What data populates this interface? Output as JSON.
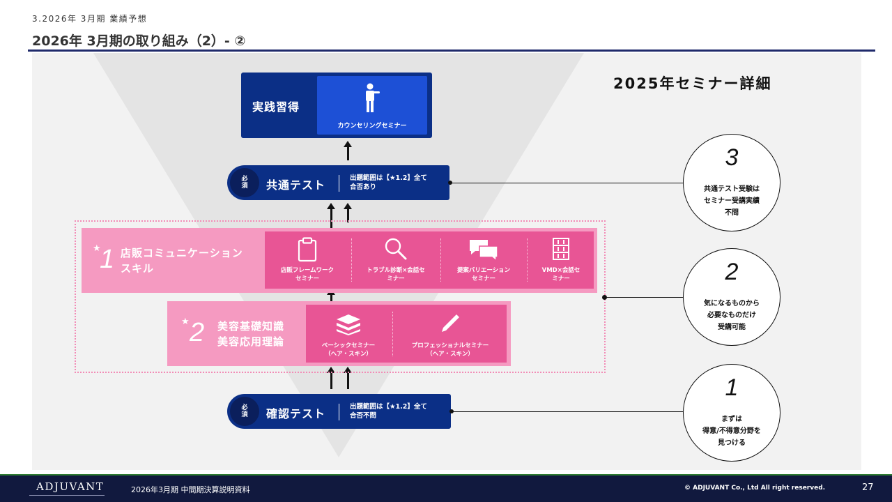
{
  "header": {
    "breadcrumb": "3.2026年 3月期 業績予想",
    "title": "2026年 3月期の取り組み（2）- ②"
  },
  "section_heading": "2025年セミナー詳細",
  "practice": {
    "label": "実践習得",
    "seminar_label": "カウンセリングセミナー",
    "icon": "person-icon"
  },
  "common_test": {
    "required": "必須",
    "name": "共通テスト",
    "scope_line1": "出題範囲は【★1.2】全て",
    "scope_line2": "合否あり"
  },
  "confirm_test": {
    "required": "必須",
    "name": "確認テスト",
    "scope_line1": "出題範囲は【★1.2】全て",
    "scope_line2": "合否不問"
  },
  "skill1": {
    "star": "★",
    "number": "1",
    "label_line1": "店販コミュニケーション",
    "label_line2": "スキル",
    "seminars": [
      {
        "line1": "店販フレームワーク",
        "line2": "セミナー",
        "icon": "clipboard-icon"
      },
      {
        "line1": "トラブル診断×会話セ",
        "line2": "ミナー",
        "icon": "magnifier-icon"
      },
      {
        "line1": "提案バリエーション",
        "line2": "セミナー",
        "icon": "chat-bubbles-icon"
      },
      {
        "line1": "VMD×会話セ",
        "line2": "ミナー",
        "icon": "shelf-icon"
      }
    ]
  },
  "skill2": {
    "star": "★",
    "number": "2",
    "label_line1": "美容基礎知識",
    "label_line2": "美容応用理論",
    "seminars": [
      {
        "line1": "ベーシックセミナー",
        "line2": "（ヘア・スキン）",
        "icon": "books-icon"
      },
      {
        "line1": "プロフェッショナルセミナー",
        "line2": "（ヘア・スキン）",
        "icon": "pen-icon"
      }
    ]
  },
  "steps": [
    {
      "number": "3",
      "line1": "共通テスト受験は",
      "line2": "セミナー受講実績",
      "line3": "不問"
    },
    {
      "number": "2",
      "line1": "気になるものから",
      "line2": "必要なものだけ",
      "line3": "受講可能"
    },
    {
      "number": "1",
      "line1": "まずは",
      "line2": "得意/不得意分野を",
      "line3": "見つける"
    }
  ],
  "footer": {
    "logo": "ADJUVANT",
    "document": "2026年3月期 中間期決算説明資料",
    "copyright": "© ADJUVANT Co., Ltd All right reserved.",
    "page": "27"
  },
  "colors": {
    "navy": "#0b2f86",
    "blue_inner": "#1d50d6",
    "pink_light": "#f59ac1",
    "pink_dark": "#e85595",
    "footer_bg": "#11193e"
  }
}
